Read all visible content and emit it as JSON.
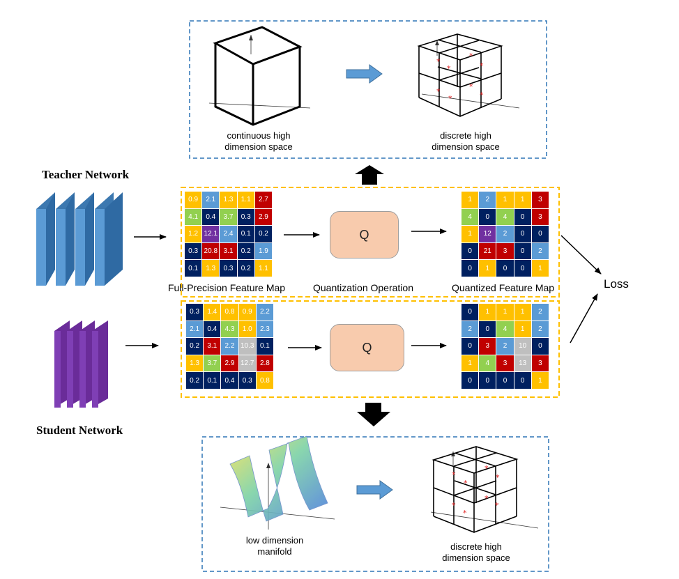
{
  "teacher": {
    "title": "Teacher Network"
  },
  "student": {
    "title": "Student Network"
  },
  "labels": {
    "full_precision": "Full-Precision Feature Map",
    "quant_op": "Quantization Operation",
    "quantized": "Quantized Feature Map",
    "loss": "Loss",
    "q": "Q"
  },
  "top_panel": {
    "left_caption": "continuous high\ndimension space",
    "right_caption": "discrete high\ndimension space"
  },
  "bottom_panel": {
    "left_caption": "low dimension\nmanifold",
    "right_caption": "discrete high\ndimension space"
  },
  "colors": {
    "teacher_layer": "#5b9bd5",
    "student_layer": "#7030a0",
    "dash_blue": "#2e75b6",
    "dash_yellow": "#ffc000",
    "arrow_fill": "#5b9bd5",
    "cell": {
      "Y": "#ffc000",
      "B": "#5b9bd5",
      "N": "#002060",
      "R": "#c00000",
      "G": "#92d050",
      "P": "#7030a0",
      "W": "#ffffff",
      "L": "#bfbfbf"
    }
  },
  "grids": {
    "teacher_fp": {
      "values": [
        "0.9",
        "2.1",
        "1.3",
        "1.1",
        "2.7",
        "4.1",
        "0.4",
        "3.7",
        "0.3",
        "2.9",
        "1.2",
        "12.1",
        "2.4",
        "0.1",
        "0.2",
        "0.3",
        "20.8",
        "3.1",
        "0.2",
        "1.9",
        "0.1",
        "1.3",
        "0.3",
        "0.2",
        "1.1"
      ],
      "colors": [
        "Y",
        "B",
        "Y",
        "Y",
        "R",
        "G",
        "N",
        "G",
        "N",
        "R",
        "Y",
        "P",
        "B",
        "N",
        "N",
        "N",
        "R",
        "R",
        "N",
        "B",
        "N",
        "Y",
        "N",
        "N",
        "Y"
      ]
    },
    "teacher_q": {
      "values": [
        "1",
        "2",
        "1",
        "1",
        "3",
        "4",
        "0",
        "4",
        "0",
        "3",
        "1",
        "12",
        "2",
        "0",
        "0",
        "0",
        "21",
        "3",
        "0",
        "2",
        "0",
        "1",
        "0",
        "0",
        "1"
      ],
      "colors": [
        "Y",
        "B",
        "Y",
        "Y",
        "R",
        "G",
        "N",
        "G",
        "N",
        "R",
        "Y",
        "P",
        "B",
        "N",
        "N",
        "N",
        "R",
        "R",
        "N",
        "B",
        "N",
        "Y",
        "N",
        "N",
        "Y"
      ]
    },
    "student_fp": {
      "values": [
        "0.3",
        "1.4",
        "0.8",
        "0.9",
        "2.2",
        "2.1",
        "0.4",
        "4.3",
        "1.0",
        "2.3",
        "0.2",
        "3.1",
        "2.2",
        "10.3",
        "0.1",
        "1.3",
        "3.7",
        "2.9",
        "12.7",
        "2.8",
        "0.2",
        "0.1",
        "0.4",
        "0.3",
        "0.8"
      ],
      "colors": [
        "N",
        "Y",
        "Y",
        "Y",
        "B",
        "B",
        "N",
        "G",
        "Y",
        "B",
        "N",
        "R",
        "B",
        "L",
        "N",
        "Y",
        "G",
        "R",
        "L",
        "R",
        "N",
        "N",
        "N",
        "N",
        "Y"
      ]
    },
    "student_q": {
      "values": [
        "0",
        "1",
        "1",
        "1",
        "2",
        "2",
        "0",
        "4",
        "1",
        "2",
        "0",
        "3",
        "2",
        "10",
        "0",
        "1",
        "4",
        "3",
        "13",
        "3",
        "0",
        "0",
        "0",
        "0",
        "1"
      ],
      "colors": [
        "N",
        "Y",
        "Y",
        "Y",
        "B",
        "B",
        "N",
        "G",
        "Y",
        "B",
        "N",
        "R",
        "B",
        "L",
        "N",
        "Y",
        "G",
        "R",
        "L",
        "R",
        "N",
        "N",
        "N",
        "N",
        "Y"
      ]
    }
  }
}
